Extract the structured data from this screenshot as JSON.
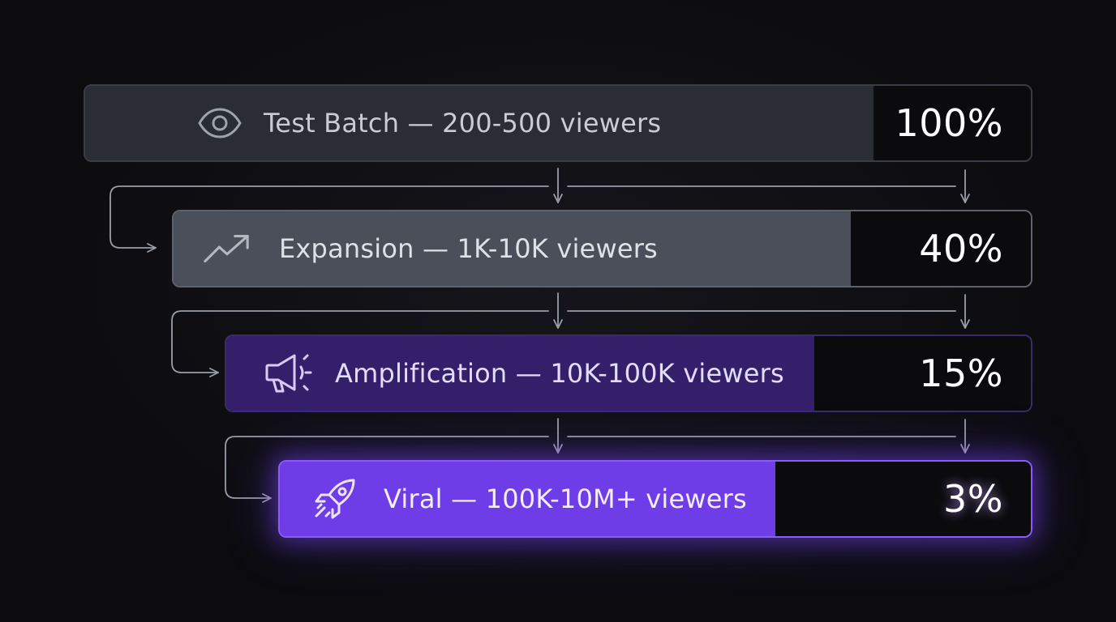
{
  "stages": [
    {
      "label": "Test Batch — 200-500 viewers",
      "percent": "100%",
      "icon": "eye-icon"
    },
    {
      "label": "Expansion — 1K-10K viewers",
      "percent": "40%",
      "icon": "trending-up-icon"
    },
    {
      "label": "Amplification — 10K-100K viewers",
      "percent": "15%",
      "icon": "megaphone-icon"
    },
    {
      "label": "Viral — 100K-10M+ viewers",
      "percent": "3%",
      "icon": "rocket-icon"
    }
  ],
  "colors": {
    "background": "#0c0c0f",
    "stage_1": "#2a2d34",
    "stage_2": "#4b4f59",
    "stage_3": "#34206a",
    "stage_4": "#6f3de8",
    "accent_glow": "#8a5bff",
    "connector": "#9a9ea8"
  }
}
